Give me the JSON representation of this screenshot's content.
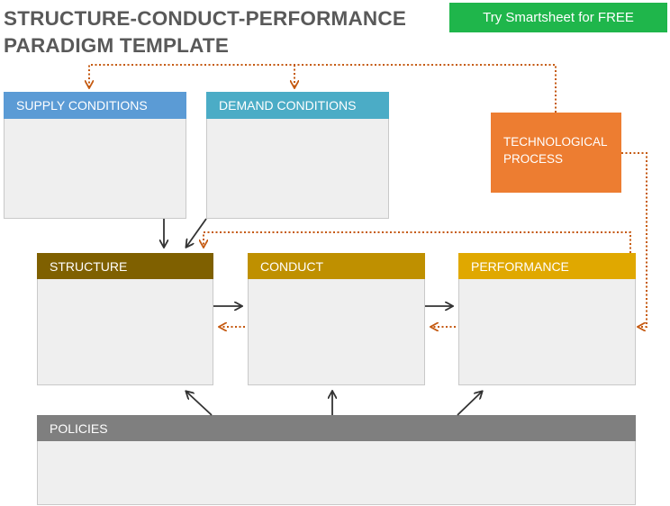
{
  "title": {
    "line1": "STRUCTURE-CONDUCT-PERFORMANCE",
    "line2": "PARADIGM TEMPLATE"
  },
  "cta": {
    "label": "Try Smartsheet for FREE",
    "color": "#1fb64b"
  },
  "boxes": {
    "supply": {
      "label": "SUPPLY CONDITIONS",
      "color": "#5b9bd5"
    },
    "demand": {
      "label": "DEMAND CONDITIONS",
      "color": "#4bacc6"
    },
    "technological": {
      "line1": "TECHNOLOGICAL",
      "line2": "PROCESS",
      "color": "#ed7d31"
    },
    "structure": {
      "label": "STRUCTURE",
      "color": "#7f6000"
    },
    "conduct": {
      "label": "CONDUCT",
      "color": "#bf9000"
    },
    "performance": {
      "label": "PERFORMANCE",
      "color": "#e0a800"
    },
    "policies": {
      "label": "POLICIES",
      "color": "#7f7f7f"
    }
  },
  "colors": {
    "solid_arrow": "#333333",
    "dotted_arrow": "#c55a11"
  }
}
